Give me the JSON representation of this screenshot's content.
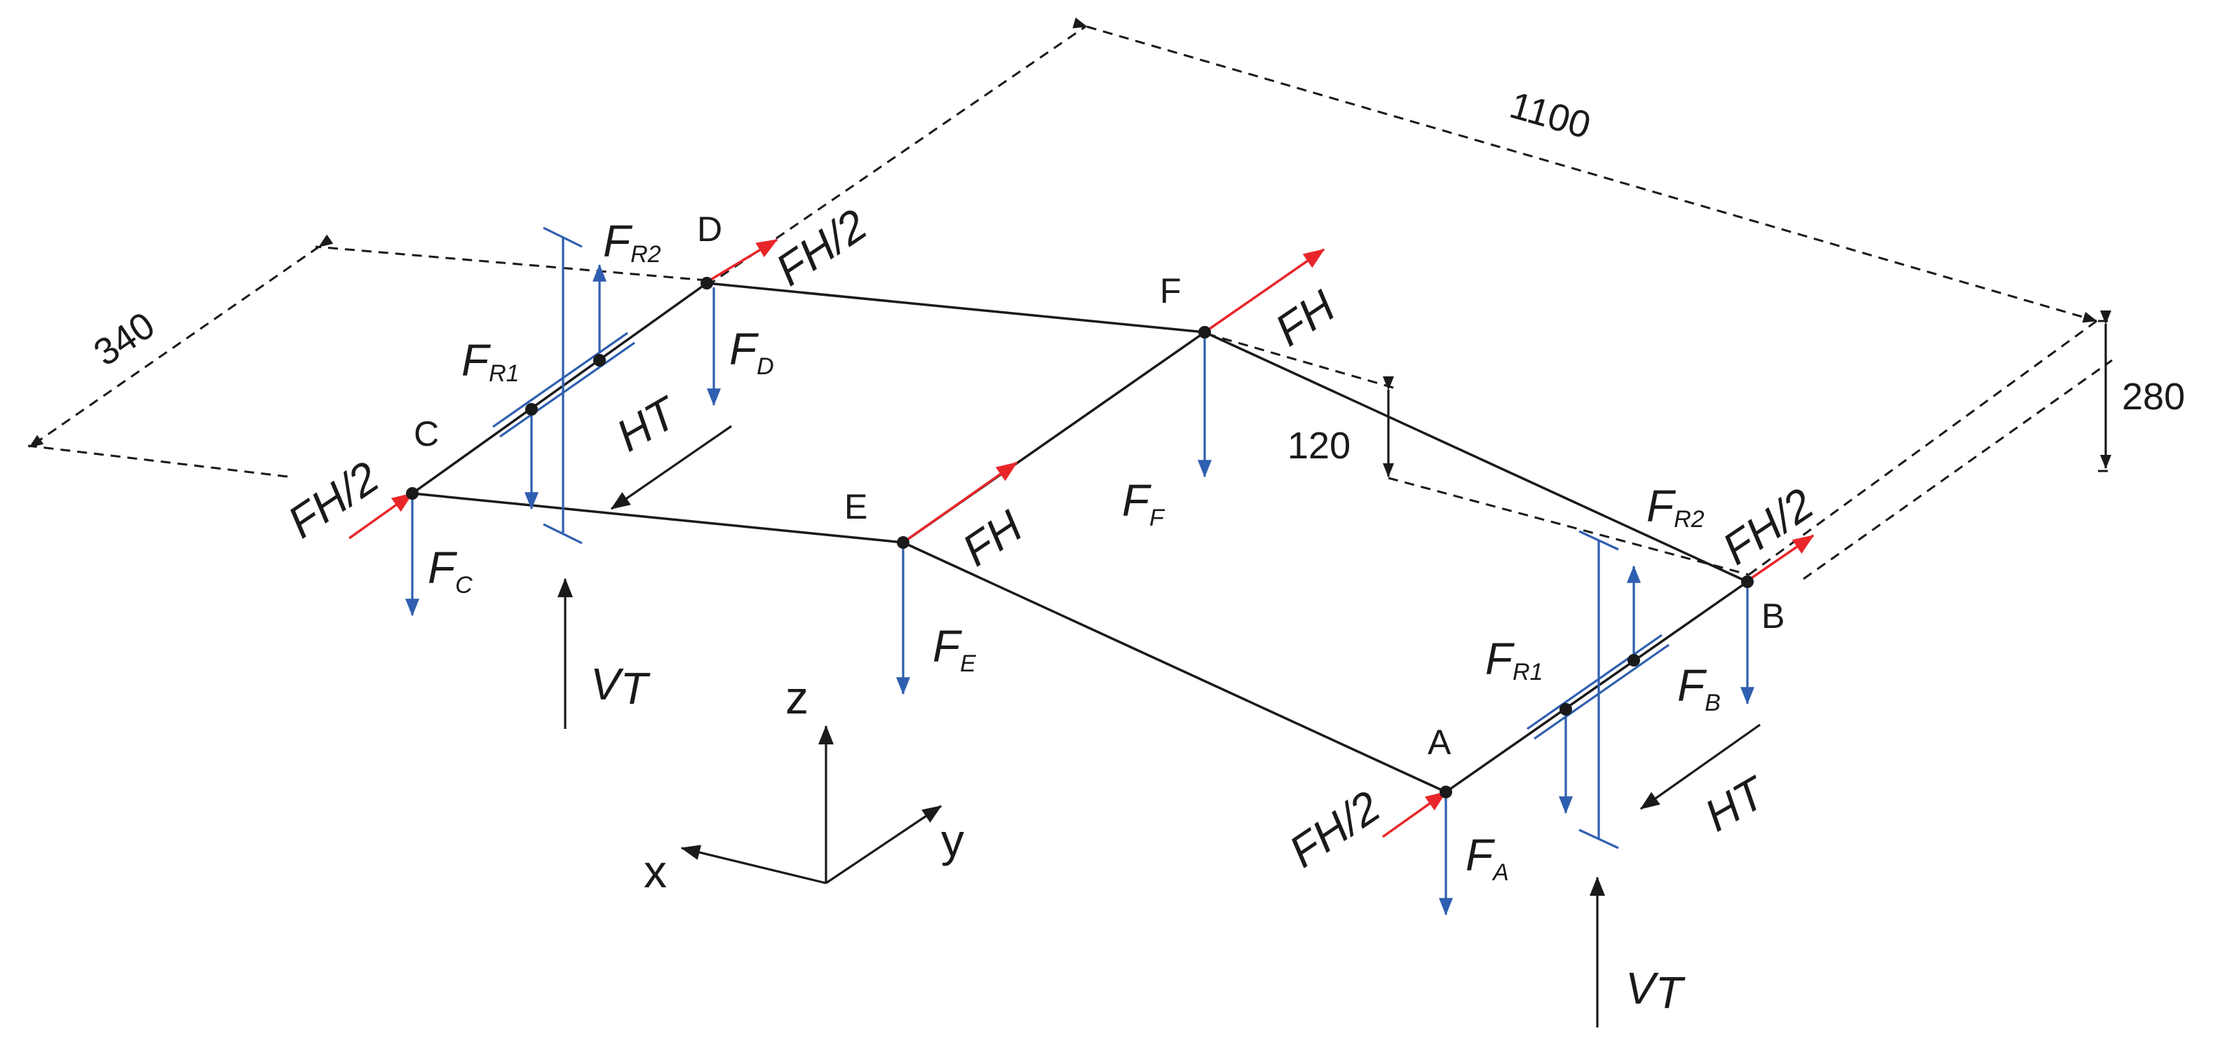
{
  "points": {
    "A": "A",
    "B": "B",
    "C": "C",
    "D": "D",
    "E": "E",
    "F": "F"
  },
  "dimensions": {
    "d1100": "1100",
    "d340": "340",
    "d280": "280",
    "d120": "120"
  },
  "axes": {
    "x": "x",
    "y": "y",
    "z": "z"
  },
  "forces": {
    "F": "F",
    "V": "V",
    "H": "H",
    "sub_H2": "H/2",
    "sub_H": "H",
    "sub_R1": "R1",
    "sub_R2": "R2",
    "sub_A": "A",
    "sub_B": "B",
    "sub_C": "C",
    "sub_D": "D",
    "sub_E": "E",
    "sub_F": "F",
    "sub_T": "T"
  },
  "colors": {
    "frame": "#1a1a1a",
    "horizontal_force": "#e8262a",
    "vertical_force": "#2f5fb0"
  }
}
